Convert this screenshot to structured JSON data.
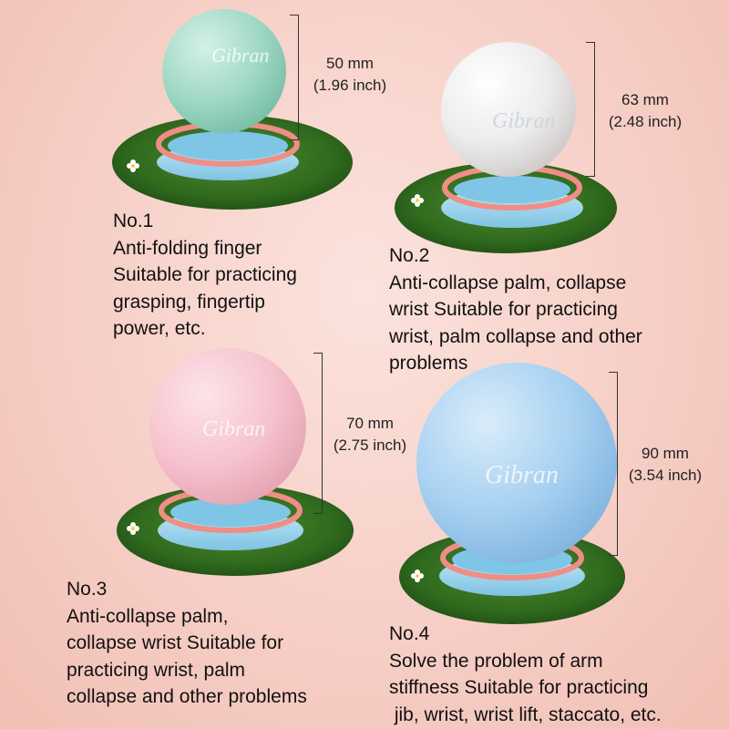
{
  "products": [
    {
      "size_mm": "50 mm",
      "size_inch": "(1.96 inch)",
      "ball_color": "#a9dccb",
      "caption": [
        "No.1",
        "Anti-folding finger",
        "Suitable for practicing",
        "grasping, fingertip",
        "power, etc."
      ]
    },
    {
      "size_mm": "63 mm",
      "size_inch": "(2.48 inch)",
      "ball_color": "#eeeeee",
      "caption": [
        "No.2",
        "Anti-collapse palm, collapse",
        "wrist Suitable for practicing",
        "wrist, palm collapse and other",
        "problems"
      ]
    },
    {
      "size_mm": "70 mm",
      "size_inch": "(2.75 inch)",
      "ball_color": "#f6c6d0",
      "caption": [
        "No.3",
        "Anti-collapse palm,",
        "collapse wrist Suitable for",
        "practicing wrist, palm",
        "collapse and other problems"
      ]
    },
    {
      "size_mm": "90 mm",
      "size_inch": "(3.54 inch)",
      "ball_color": "#a9d2f0",
      "caption": [
        "No.4",
        "Solve the problem of arm",
        "stiffness Suitable for practicing",
        " jib, wrist, wrist lift, staccato, etc."
      ]
    }
  ]
}
